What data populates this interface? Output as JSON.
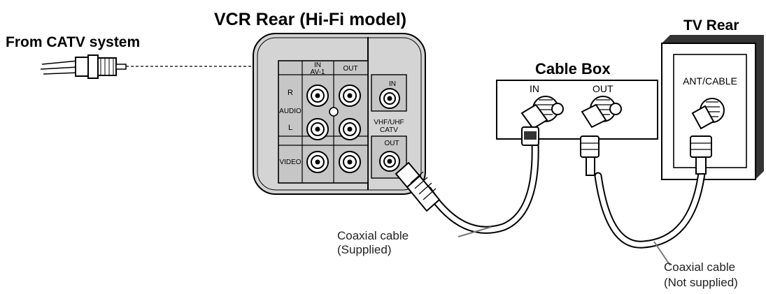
{
  "titles": {
    "vcr": "VCR Rear (Hi-Fi model)",
    "source": "From CATV system",
    "cable_box": "Cable Box",
    "tv": "TV Rear"
  },
  "vcr_panel": {
    "in_label": "IN",
    "av_label": "AV-1",
    "out_label": "OUT",
    "r_label": "R",
    "audio_label": "AUDIO",
    "l_label": "L",
    "video_label": "VIDEO",
    "rf_in_label": "IN",
    "rf_band_line1": "VHF/UHF",
    "rf_band_line2": "CATV",
    "rf_out_label": "OUT"
  },
  "cable_box": {
    "in_label": "IN",
    "out_label": "OUT"
  },
  "tv": {
    "ant_label": "ANT/CABLE"
  },
  "cables": {
    "supplied_line1": "Coaxial cable",
    "supplied_line2": "(Supplied)",
    "not_supplied_line1": "Coaxial cable",
    "not_supplied_line2": "(Not supplied)"
  }
}
